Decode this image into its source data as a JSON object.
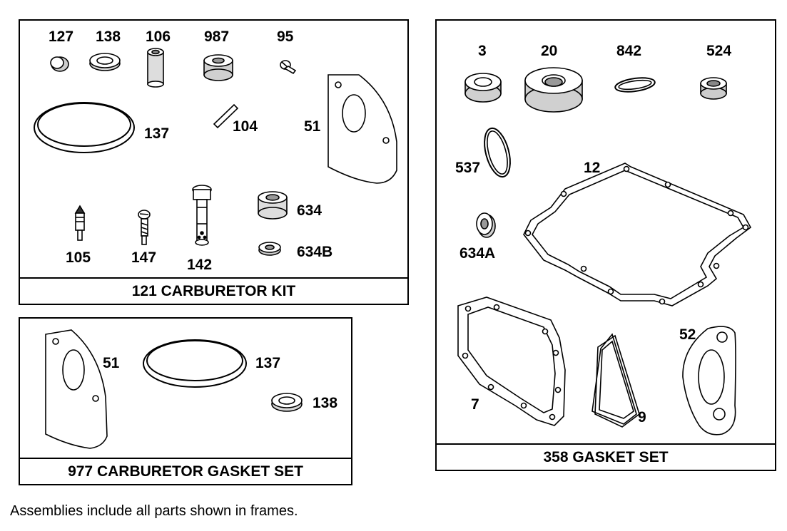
{
  "frames": {
    "carburetor_kit": {
      "title": "121 CARBURETOR KIT",
      "labels": {
        "p127": "127",
        "p138": "138",
        "p106": "106",
        "p987": "987",
        "p95": "95",
        "p137": "137",
        "p104": "104",
        "p51": "51",
        "p634": "634",
        "p634b": "634B",
        "p105": "105",
        "p147": "147",
        "p142": "142"
      }
    },
    "carburetor_gasket_set": {
      "title": "977 CARBURETOR GASKET SET",
      "labels": {
        "p51": "51",
        "p137": "137",
        "p138": "138"
      }
    },
    "gasket_set": {
      "title": "358 GASKET SET",
      "labels": {
        "p3": "3",
        "p20": "20",
        "p842": "842",
        "p524": "524",
        "p537": "537",
        "p12": "12",
        "p634a": "634A",
        "p7": "7",
        "p9": "9",
        "p52": "52"
      }
    }
  },
  "footnote": "Assemblies include all parts shown in frames."
}
